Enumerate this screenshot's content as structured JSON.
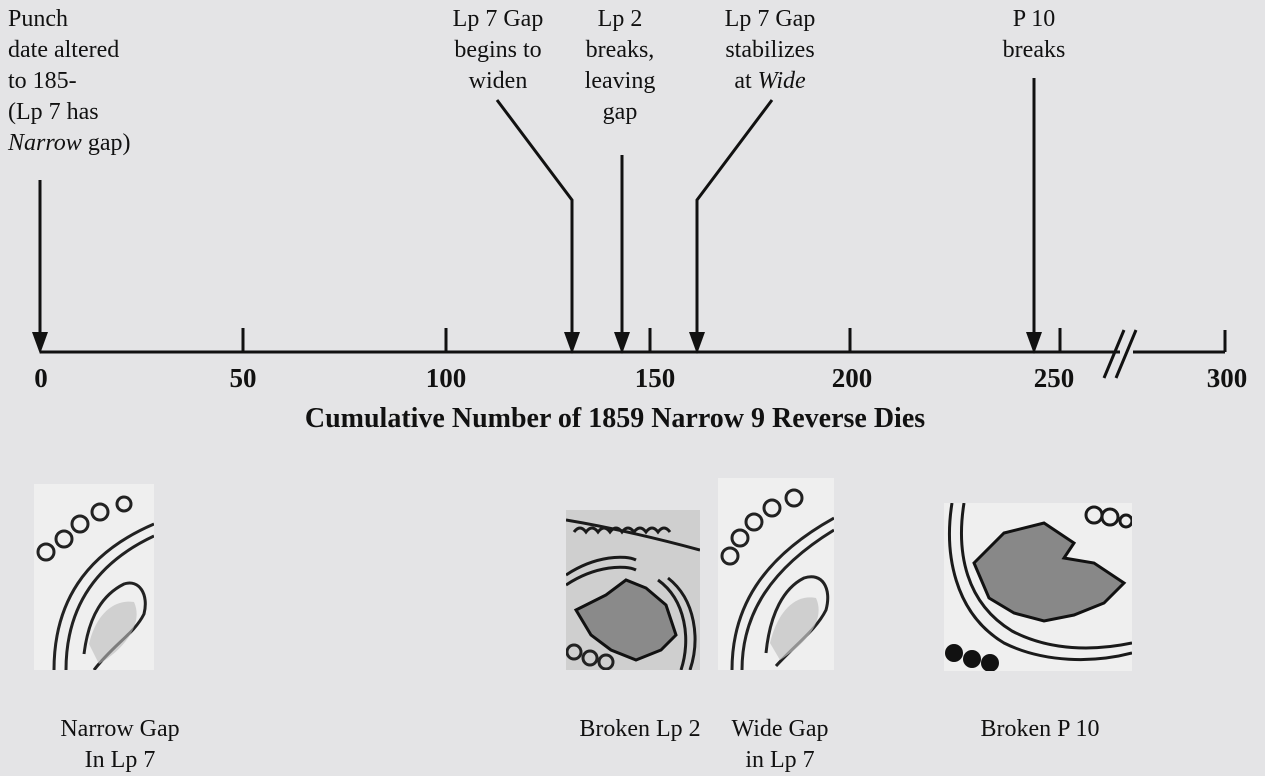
{
  "annotations": [
    {
      "id": "punch",
      "lines": [
        "Punch",
        "date altered",
        "to 185-",
        "(Lp 7 has",
        "Narrow gap)"
      ],
      "die": 0
    },
    {
      "id": "lp7-widen",
      "lines": [
        "Lp 7 Gap",
        "begins to",
        "widen"
      ],
      "die": 131
    },
    {
      "id": "lp2-breaks",
      "lines": [
        "Lp 2",
        "breaks,",
        "leaving",
        "gap"
      ],
      "die": 143
    },
    {
      "id": "lp7-stable",
      "lines": [
        "Lp 7 Gap",
        "stabilizes",
        "at Wide"
      ],
      "die": 162
    },
    {
      "id": "p10-breaks",
      "lines": [
        "P 10",
        "breaks"
      ],
      "die": 243
    }
  ],
  "axis": {
    "title": "Cumulative Number of 1859 Narrow 9 Reverse Dies",
    "ticks": [
      "0",
      "50",
      "100",
      "150",
      "200",
      "250",
      "300"
    ],
    "break_between": [
      "250",
      "300"
    ]
  },
  "captions": [
    {
      "id": "narrow-gap",
      "lines": [
        "Narrow Gap",
        "In Lp 7"
      ]
    },
    {
      "id": "broken-lp2",
      "lines": [
        "Broken Lp 2"
      ]
    },
    {
      "id": "wide-gap",
      "lines": [
        "Wide Gap",
        "in Lp 7"
      ]
    },
    {
      "id": "broken-p10",
      "lines": [
        "Broken P 10"
      ]
    }
  ],
  "thumbnails": [
    "narrow-gap-image",
    "broken-lp2-image",
    "wide-gap-image",
    "broken-p10-image"
  ],
  "colors": {
    "background": "#e4e4e6",
    "ink": "#111111"
  }
}
